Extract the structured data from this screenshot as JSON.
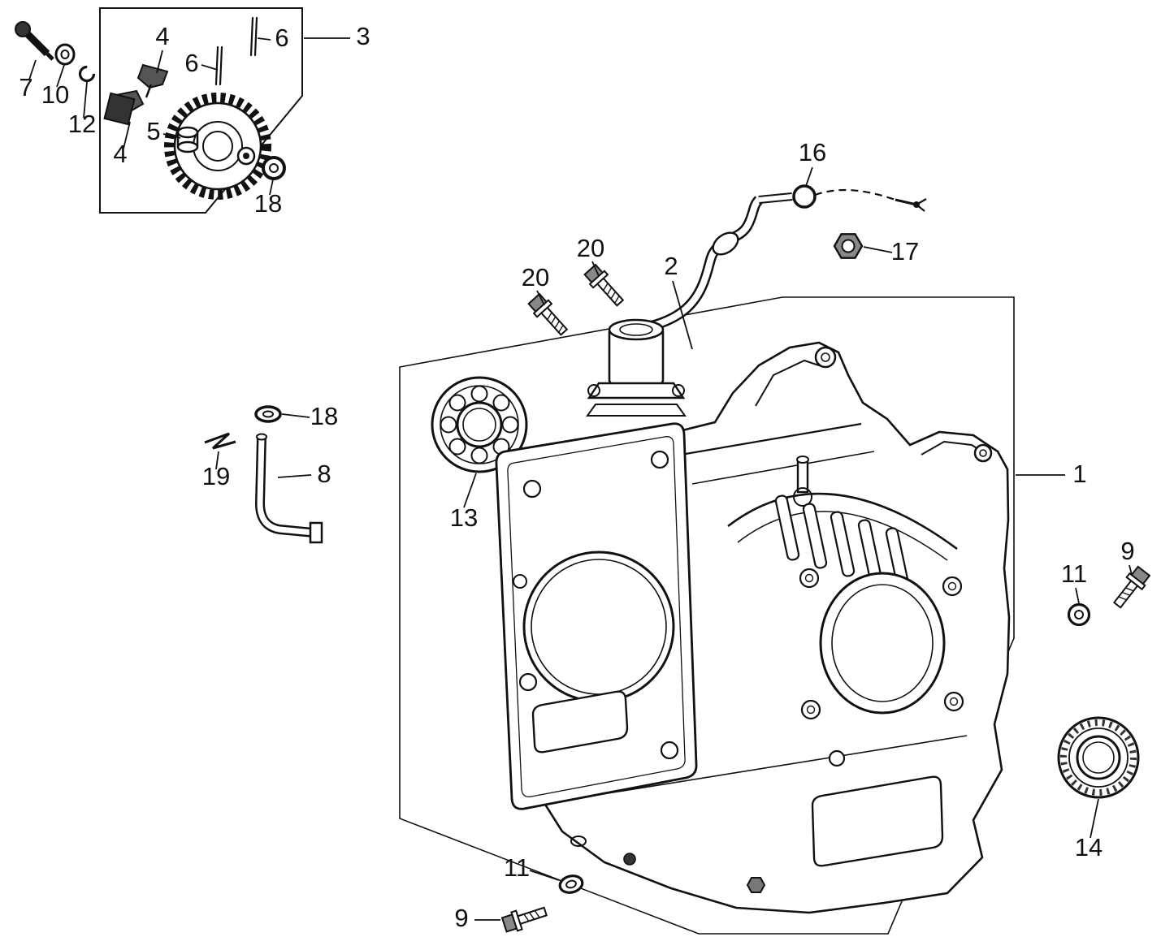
{
  "figure": {
    "type": "exploded-parts-diagram",
    "colors": {
      "background": "#ffffff",
      "line": "#111111"
    },
    "callouts": [
      {
        "label": "7"
      },
      {
        "label": "10"
      },
      {
        "label": "12"
      },
      {
        "label": "4"
      },
      {
        "label": "6"
      },
      {
        "label": "6"
      },
      {
        "label": "3"
      },
      {
        "label": "5"
      },
      {
        "label": "4"
      },
      {
        "label": "18"
      },
      {
        "label": "16"
      },
      {
        "label": "20"
      },
      {
        "label": "2"
      },
      {
        "label": "20"
      },
      {
        "label": "17"
      },
      {
        "label": "18"
      },
      {
        "label": "19"
      },
      {
        "label": "8"
      },
      {
        "label": "13"
      },
      {
        "label": "1"
      },
      {
        "label": "11"
      },
      {
        "label": "9"
      },
      {
        "label": "14"
      },
      {
        "label": "11"
      },
      {
        "label": "9"
      }
    ]
  }
}
